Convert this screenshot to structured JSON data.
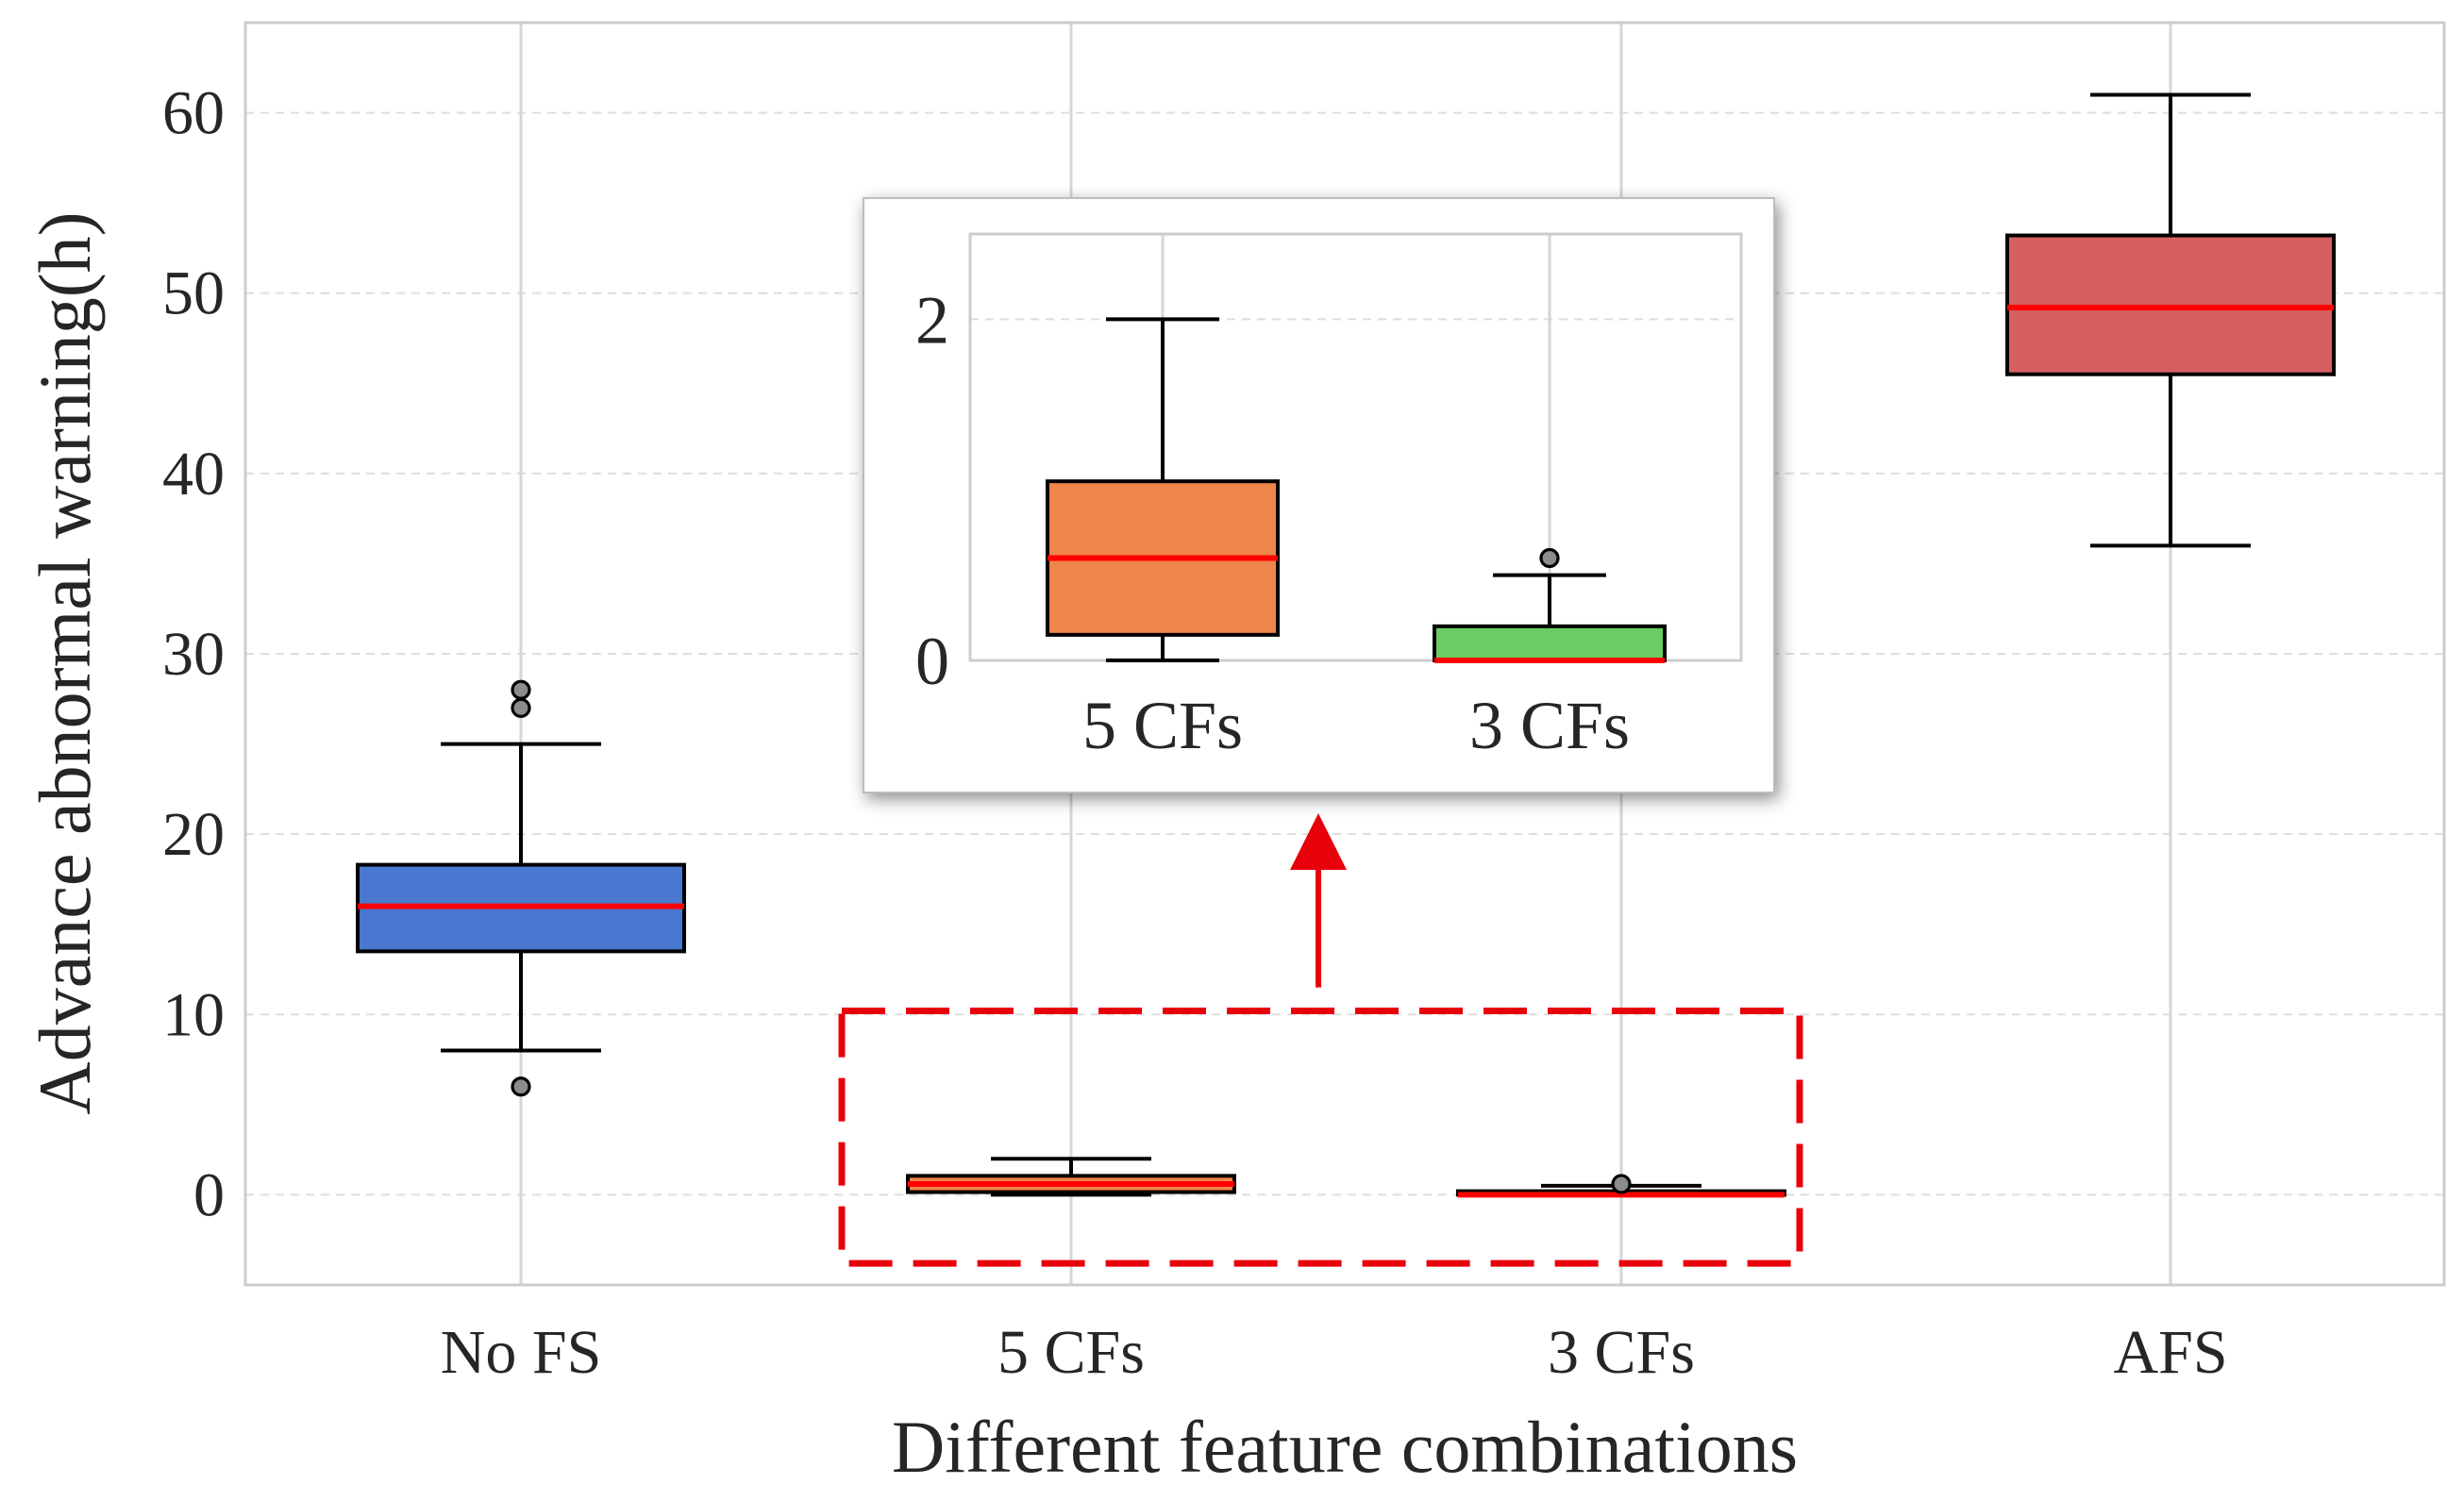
{
  "chart_data": {
    "type": "box",
    "xlabel": "Different feature combinations",
    "ylabel": "Advance abnormal warning(h)",
    "categories": [
      "No FS",
      "5 CFs",
      "3 CFs",
      "AFS"
    ],
    "ylim": [
      -5,
      65
    ],
    "yticks": [
      0,
      10,
      20,
      30,
      40,
      50,
      60
    ],
    "grid": true,
    "boxes": [
      {
        "category": "No FS",
        "whisker_low": 8,
        "q1": 13.5,
        "median": 16,
        "q3": 18.3,
        "whisker_high": 25,
        "outliers": [
          6,
          27,
          28
        ],
        "color": "#4878D0"
      },
      {
        "category": "5 CFs",
        "whisker_low": 0,
        "q1": 0.15,
        "median": 0.6,
        "q3": 1.05,
        "whisker_high": 2,
        "outliers": [],
        "color": "#EE854A"
      },
      {
        "category": "3 CFs",
        "whisker_low": 0,
        "q1": 0,
        "median": 0,
        "q3": 0.2,
        "whisker_high": 0.5,
        "outliers": [
          0.6
        ],
        "color": "#6ACC64"
      },
      {
        "category": "AFS",
        "whisker_low": 36,
        "q1": 45.5,
        "median": 49.2,
        "q3": 53.2,
        "whisker_high": 61,
        "outliers": [],
        "color": "#D65F5F"
      }
    ],
    "median_color": "#FF0000",
    "inset": {
      "categories": [
        "5 CFs",
        "3 CFs"
      ],
      "ylim": [
        0,
        2.5
      ],
      "yticks": [
        0,
        2
      ]
    },
    "zoom_box_color": "#E8000B"
  }
}
